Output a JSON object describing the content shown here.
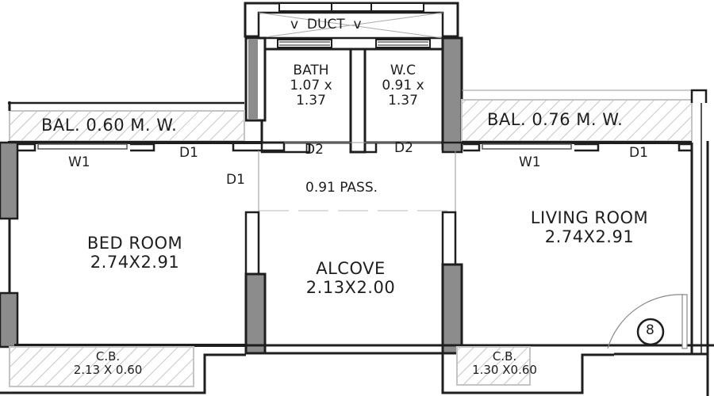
{
  "plan": {
    "duct": {
      "label": "DUCT",
      "vent_left": "v",
      "vent_right": "v"
    },
    "bath": {
      "name": "BATH",
      "size_line1": "1.07 x",
      "size_line2": "1.37"
    },
    "wc": {
      "name": "W.C",
      "size_line1": "0.91 x",
      "size_line2": "1.37"
    },
    "balcony_left": {
      "label": "BAL. 0.60 M. W."
    },
    "balcony_right": {
      "label": "BAL. 0.76 M. W."
    },
    "bedroom": {
      "name": "BED ROOM",
      "size": "2.74X2.91"
    },
    "living_room": {
      "name": "LIVING ROOM",
      "size": "2.74X2.91"
    },
    "alcove": {
      "name": "ALCOVE",
      "size": "2.13X2.00"
    },
    "passage": {
      "label": "0.91 PASS."
    },
    "cupboard_left": {
      "name": "C.B.",
      "size": "2.13 X 0.60"
    },
    "cupboard_right": {
      "name": "C.B.",
      "size": "1.30 X0.60"
    },
    "openings": {
      "w1_left": "W1",
      "d1_bed_balcony": "D1",
      "d1_bed_pass": "D1",
      "d2_bath": "D2",
      "d2_wc": "D2",
      "w1_right": "W1",
      "d1_living_balcony": "D1"
    },
    "flat_number": "8"
  },
  "colors": {
    "wall": "#1e1e1e",
    "column_fill": "#8c8c8c",
    "hatch": "#b4b4b4",
    "thin_line": "#9a9a9a",
    "text": "#1e1e1e"
  }
}
